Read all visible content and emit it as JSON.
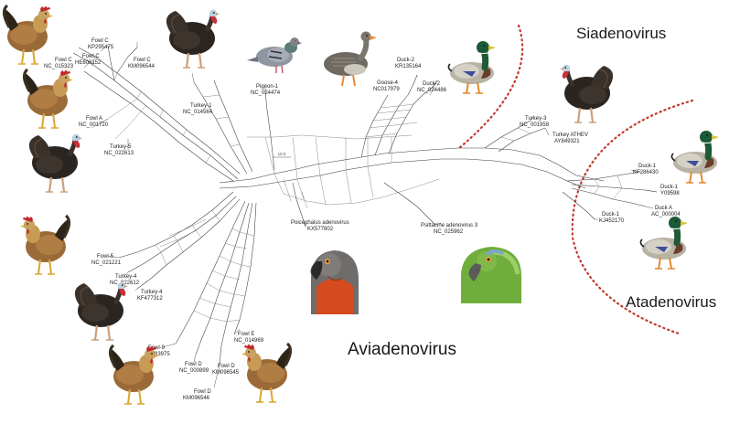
{
  "genera": {
    "siadenovirus": "Siadenovirus",
    "atadenovirus": "Atadenovirus",
    "aviadenovirus": "Aviadenovirus"
  },
  "scale_bar": "10.0",
  "taxa": [
    {
      "id": "fowl-c-kp295475",
      "line1": "Fowl C",
      "line2": "KP295475"
    },
    {
      "id": "fowl-c-nc015323",
      "line1": "Fowl C",
      "line2": "NC_015323"
    },
    {
      "id": "fowl-c-hE608152",
      "line1": "Fowl C",
      "line2": "HE608152"
    },
    {
      "id": "fowl-c-km096544",
      "line1": "Fowl C",
      "line2": "KM096544"
    },
    {
      "id": "fowl-a",
      "line1": "Fowl A",
      "line2": "NC_001720"
    },
    {
      "id": "turkey-5",
      "line1": "Turkey-5",
      "line2": "NC_022613"
    },
    {
      "id": "turkey-1",
      "line1": "Turkey-1",
      "line2": "NC_014564"
    },
    {
      "id": "pigeon-1",
      "line1": "Pigeon-1",
      "line2": "NC_024474"
    },
    {
      "id": "goose-4",
      "line1": "Goose-4",
      "line2": "NC017979"
    },
    {
      "id": "duck-2-kr",
      "line1": "Duck-2",
      "line2": "KR135164"
    },
    {
      "id": "duck-2-nc",
      "line1": "Duck-2",
      "line2": "NC_024486"
    },
    {
      "id": "turkey-3",
      "line1": "Turkey-3",
      "line2": "NC_001958"
    },
    {
      "id": "turkey-athev",
      "line1": "Turkey ATHEV",
      "line2": "AY849321"
    },
    {
      "id": "duck-1-kf",
      "line1": "Duck-1",
      "line2": "KF286430"
    },
    {
      "id": "duck-1-y09",
      "line1": "Duck-1",
      "line2": "Y09598"
    },
    {
      "id": "duck-a",
      "line1": "Duck A",
      "line2": "AC_000004"
    },
    {
      "id": "duck-1-kj",
      "line1": "Duck-1",
      "line2": "KJ452170"
    },
    {
      "id": "poicephalus",
      "line1": "Poicephalus adenovirus",
      "line2": "KX577802"
    },
    {
      "id": "psittacine-3",
      "line1": "Psittacine adenovirus 3",
      "line2": "NC_025962"
    },
    {
      "id": "fowl-5",
      "line1": "Fowl-5",
      "line2": "NC_021221"
    },
    {
      "id": "turkey-4-nc",
      "line1": "Turkey-4",
      "line2": "NC_022612"
    },
    {
      "id": "turkey-4-kf",
      "line1": "Turkey-4",
      "line2": "KF477312"
    },
    {
      "id": "fowl-9",
      "line1": "Fowl-9",
      "line2": "AF083975"
    },
    {
      "id": "fowl-d-nc",
      "line1": "Fowl D",
      "line2": "NC_000899"
    },
    {
      "id": "fowl-d-km096546",
      "line1": "Fowl D",
      "line2": "KM096546"
    },
    {
      "id": "fowl-d-km096545",
      "line1": "Fowl D",
      "line2": "KM096545"
    },
    {
      "id": "fowl-e",
      "line1": "Fowl E",
      "line2": "NC_014969"
    }
  ],
  "birds": [
    {
      "id": "hen-1",
      "kind": "hen"
    },
    {
      "id": "turkey-top",
      "kind": "turkey"
    },
    {
      "id": "pigeon",
      "kind": "pigeon"
    },
    {
      "id": "goose",
      "kind": "goose"
    },
    {
      "id": "mallard-top",
      "kind": "mallard"
    },
    {
      "id": "hen-2",
      "kind": "hen"
    },
    {
      "id": "turkey-left",
      "kind": "turkey"
    },
    {
      "id": "turkey-right",
      "kind": "turkey"
    },
    {
      "id": "mallard-right-1",
      "kind": "mallard"
    },
    {
      "id": "mallard-right-2",
      "kind": "mallard"
    },
    {
      "id": "hen-3",
      "kind": "hen"
    },
    {
      "id": "turkey-bottom-left",
      "kind": "turkey"
    },
    {
      "id": "hen-4",
      "kind": "hen"
    },
    {
      "id": "hen-5",
      "kind": "hen"
    },
    {
      "id": "parrot-grey-red",
      "kind": "parrot-red"
    },
    {
      "id": "parrot-green",
      "kind": "parrot-green"
    }
  ],
  "colors": {
    "separator": "#c0392b",
    "edges": "#3a3a3a"
  }
}
